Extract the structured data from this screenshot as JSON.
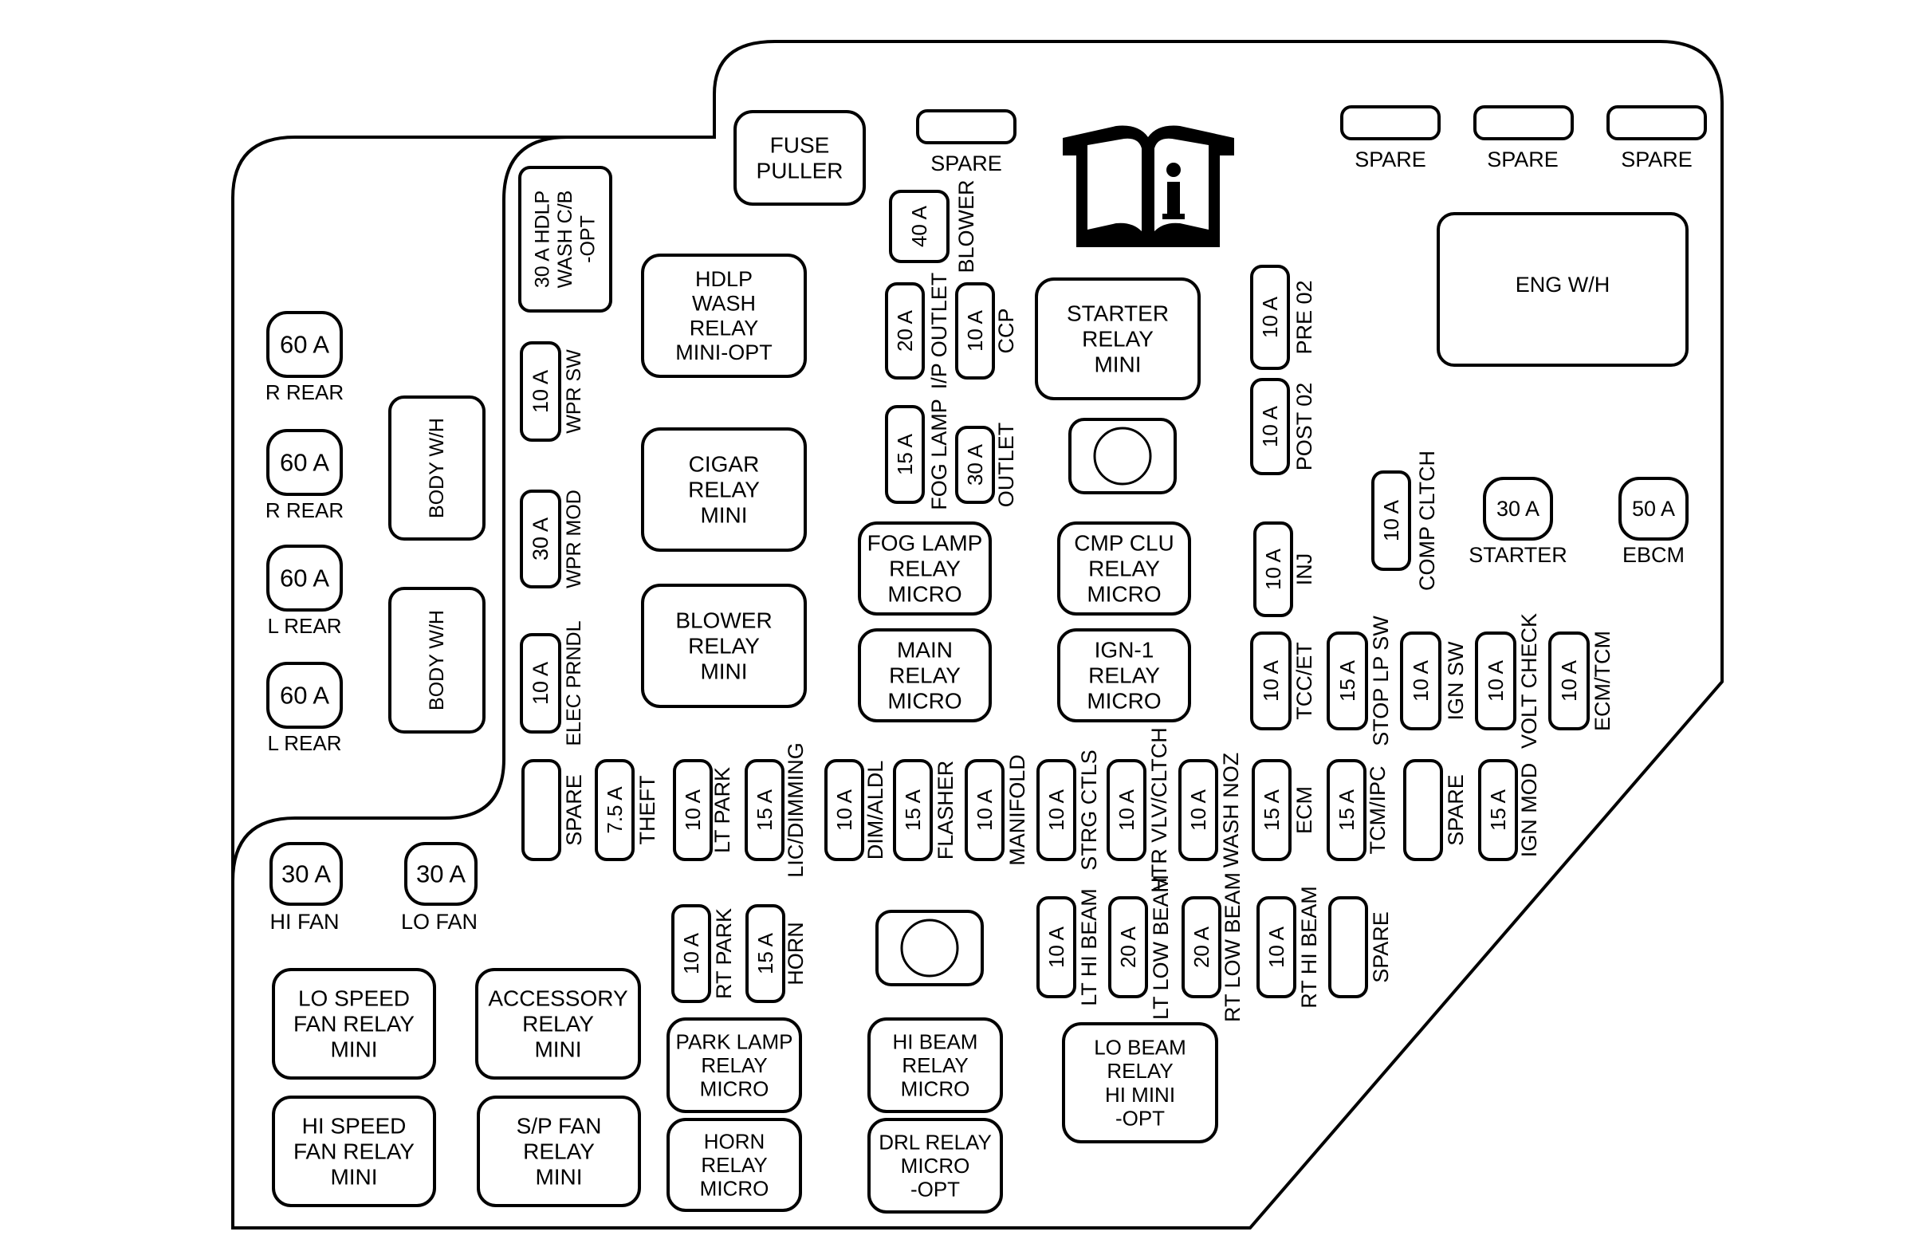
{
  "left_zone": {
    "maxi_fuses": [
      {
        "amp": "60 A",
        "label": "R REAR"
      },
      {
        "amp": "60 A",
        "label": "R REAR"
      },
      {
        "amp": "60 A",
        "label": "L REAR"
      },
      {
        "amp": "60 A",
        "label": "L REAR"
      }
    ],
    "body_wh": [
      "BODY W/H",
      "BODY W/H"
    ],
    "fan_fuses": [
      {
        "amp": "30 A",
        "label": "HI FAN"
      },
      {
        "amp": "30 A",
        "label": "LO FAN"
      }
    ],
    "relays": [
      "LO SPEED\nFAN RELAY\nMINI",
      "ACCESSORY\nRELAY\nMINI",
      "HI SPEED\nFAN RELAY\nMINI",
      "S/P FAN\nRELAY\nMINI"
    ]
  },
  "upper_left_column": {
    "fuses": [
      {
        "amp": "30 A HDLP\nWASH C/B\n-OPT",
        "label": ""
      },
      {
        "amp": "10 A",
        "label": "WPR SW"
      },
      {
        "amp": "30 A",
        "label": "WPR MOD"
      },
      {
        "amp": "10 A",
        "label": "ELEC PRNDL"
      }
    ]
  },
  "fuse_puller": "FUSE\nPULLER",
  "center_relays": [
    "HDLP\nWASH\nRELAY\nMINI-OPT",
    "CIGAR\nRELAY\nMINI",
    "BLOWER\nRELAY\nMINI",
    "FOG LAMP\nRELAY\nMICRO",
    "MAIN\nRELAY\nMICRO",
    "STARTER\nRELAY\nMINI",
    "CMP CLU\nRELAY\nMICRO",
    "IGN-1\nRELAY\nMICRO"
  ],
  "spares_top": [
    "SPARE",
    "SPARE",
    "SPARE",
    "SPARE"
  ],
  "center_fuses": [
    {
      "amp": "40 A",
      "label": "BLOWER"
    },
    {
      "amp": "20 A",
      "label": "I/P OUTLET"
    },
    {
      "amp": "10 A",
      "label": "CCP"
    },
    {
      "amp": "15 A",
      "label": "FOG LAMP"
    },
    {
      "amp": "30 A",
      "label": "OUTLET"
    }
  ],
  "eng_wh": "ENG W/H",
  "right_fuses": [
    {
      "amp": "10 A",
      "label": "PRE 02"
    },
    {
      "amp": "10 A",
      "label": "POST 02"
    },
    {
      "amp": "10 A",
      "label": "INJ"
    },
    {
      "amp": "10 A",
      "label": "COMP CLTCH"
    },
    {
      "amp": "10 A",
      "label": "TCC/ET"
    },
    {
      "amp": "15 A",
      "label": "STOP LP SW"
    },
    {
      "amp": "10 A",
      "label": "IGN SW"
    },
    {
      "amp": "10 A",
      "label": "VOLT CHECK"
    },
    {
      "amp": "10 A",
      "label": "ECM/TCM"
    }
  ],
  "maxi_right": [
    {
      "amp": "30 A",
      "label": "STARTER"
    },
    {
      "amp": "50 A",
      "label": "EBCM"
    }
  ],
  "bottom_fuse_row": [
    {
      "amp": "",
      "label": "SPARE"
    },
    {
      "amp": "7.5 A",
      "label": "THEFT"
    },
    {
      "amp": "10 A",
      "label": "LT PARK"
    },
    {
      "amp": "15 A",
      "label": "LIC/DIMMING"
    },
    {
      "amp": "10 A",
      "label": "DIM/ALDL"
    },
    {
      "amp": "15 A",
      "label": "FLASHER"
    },
    {
      "amp": "10 A",
      "label": "MANIFOLD"
    },
    {
      "amp": "10 A",
      "label": "STRG CTLS"
    },
    {
      "amp": "10 A",
      "label": "HTR VLV/CLTCH"
    },
    {
      "amp": "10 A",
      "label": "WASH NOZ"
    },
    {
      "amp": "15 A",
      "label": "ECM"
    },
    {
      "amp": "15 A",
      "label": "TCM/IPC"
    },
    {
      "amp": "",
      "label": "SPARE"
    },
    {
      "amp": "15 A",
      "label": "IGN MOD"
    }
  ],
  "lower_fuses": [
    {
      "amp": "10 A",
      "label": "RT PARK"
    },
    {
      "amp": "15 A",
      "label": "HORN"
    },
    {
      "amp": "10 A",
      "label": "LT HI BEAM"
    },
    {
      "amp": "20 A",
      "label": "LT LOW BEAM"
    },
    {
      "amp": "20 A",
      "label": "RT LOW BEAM"
    },
    {
      "amp": "10 A",
      "label": "RT HI BEAM"
    },
    {
      "amp": "",
      "label": "SPARE"
    }
  ],
  "lower_relays": [
    "PARK LAMP\nRELAY\nMICRO",
    "HORN\nRELAY\nMICRO",
    "HI BEAM\nRELAY\nMICRO",
    "DRL RELAY\nMICRO\n-OPT",
    "LO BEAM\nRELAY\nHI MINI\n-OPT"
  ],
  "icons": {
    "info_book": "info-book-icon",
    "diode": "diode-icon"
  }
}
